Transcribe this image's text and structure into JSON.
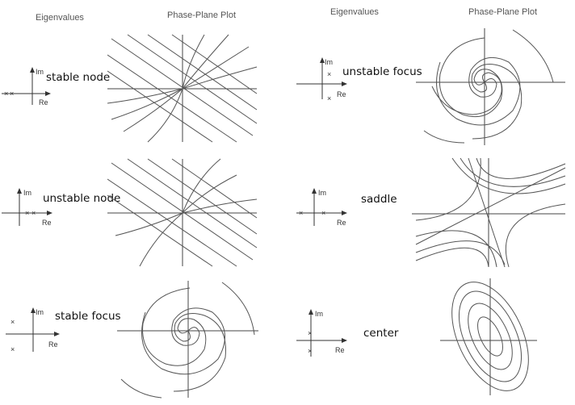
{
  "headers": {
    "eig_left": "Eigenvalues",
    "phase_left": "Phase-Plane Plot",
    "eig_right": "Eigenvalues",
    "phase_right": "Phase-Plane Plot"
  },
  "axis_text": {
    "im": "Im",
    "re": "Re"
  },
  "cases": [
    {
      "name": "stable node"
    },
    {
      "name": "unstable focus"
    },
    {
      "name": "unstable node"
    },
    {
      "name": "saddle"
    },
    {
      "name": "stable focus"
    },
    {
      "name": "center"
    }
  ]
}
